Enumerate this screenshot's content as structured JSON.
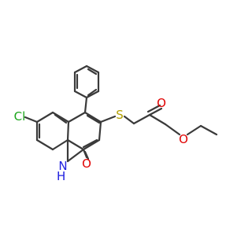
{
  "molecule": {
    "labels": {
      "cl": "Cl",
      "s": "S",
      "o_carbonyl": "O",
      "o_ester": "O",
      "o_lactam": "O",
      "nh": "H\nN"
    },
    "colors": {
      "bond": "#3a3a3a",
      "chlorine": "#1aa51a",
      "sulfur": "#b3a000",
      "oxygen": "#e00000",
      "nitrogen": "#2020e0"
    }
  }
}
